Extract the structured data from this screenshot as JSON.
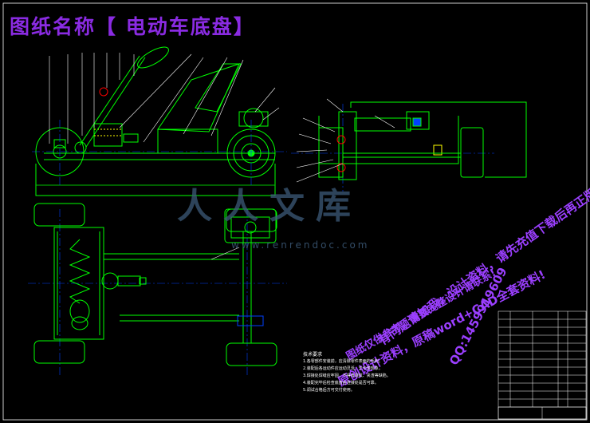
{
  "title": "图纸名称【 电动车底盘】",
  "watermark": {
    "main": "人人文库",
    "url": "www.renrendoc.com"
  },
  "promo_lines": [
    "原创设计资料，原稿word+CAD全套资料!",
    "QQ:1459919609",
    "有问题请加我，设计资料，请先充值下载后再正版!",
    "图纸仅供参考，需要完整设计请联系!"
  ],
  "notes": {
    "heading": "技术要求",
    "items": [
      "1.各零部件安装前，应清除零件表面的毛刺。",
      "2.装配后各运动件应运动灵活，无卡滞现象。",
      "3.焊接处焊缝应牢固，不得有裂纹、夹渣等缺陷。",
      "4.装配完毕后检查底盘各连接处是否可靠。",
      "5.调试合格后方可交付使用。"
    ]
  },
  "colors": {
    "background": "#000000",
    "line_main": "#00ff00",
    "line_center": "#0040ff",
    "leader": "#ffffff",
    "title": "#8a2be2",
    "watermark": "#3c5a78",
    "promo": "#9b3fff",
    "accent_red": "#ff0000",
    "accent_yellow": "#ffff00"
  }
}
